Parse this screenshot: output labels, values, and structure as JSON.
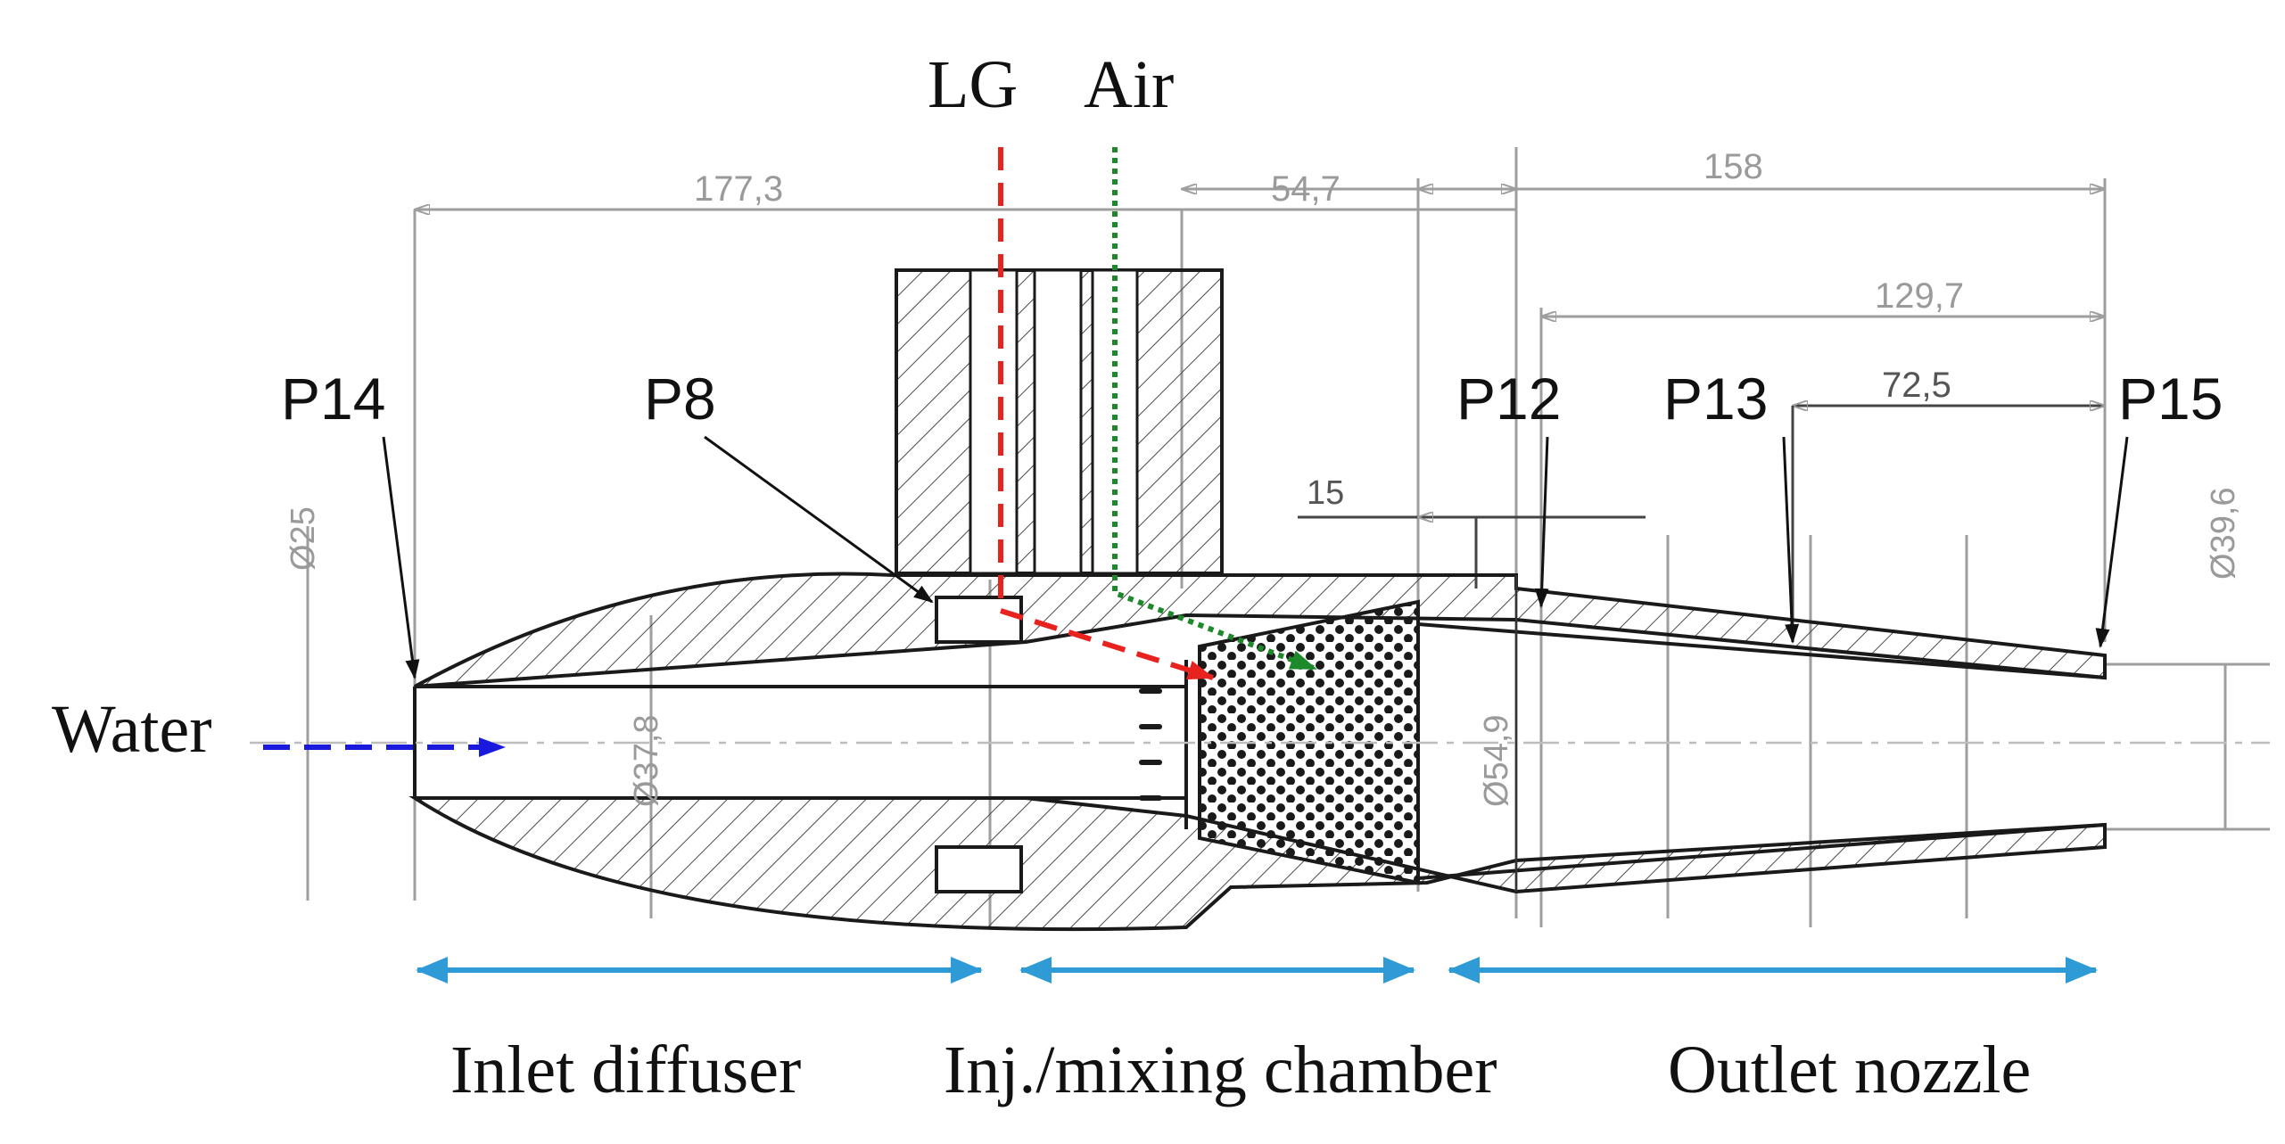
{
  "inputs": {
    "lg": "LG",
    "air": "Air",
    "water": "Water"
  },
  "probes": {
    "p14": "P14",
    "p8": "P8",
    "p12": "P12",
    "p13": "P13",
    "p15": "P15"
  },
  "dimensions": {
    "d177": "177,3",
    "d54": "54,7",
    "d158": "158",
    "d129": "129,7",
    "d72": "72,5",
    "d15": "15",
    "dia25": "Ø25",
    "dia37": "Ø37,8",
    "dia54": "Ø54,9",
    "dia39": "Ø39,6"
  },
  "sections": {
    "inlet": "Inlet diffuser",
    "mixing": "Inj./mixing chamber",
    "outlet": "Outlet nozzle"
  },
  "colors": {
    "lg_flow": "#e8231f",
    "air_flow": "#1c8a2a",
    "water_flow": "#1a1adf",
    "section_arrow": "#2e9ad6"
  }
}
